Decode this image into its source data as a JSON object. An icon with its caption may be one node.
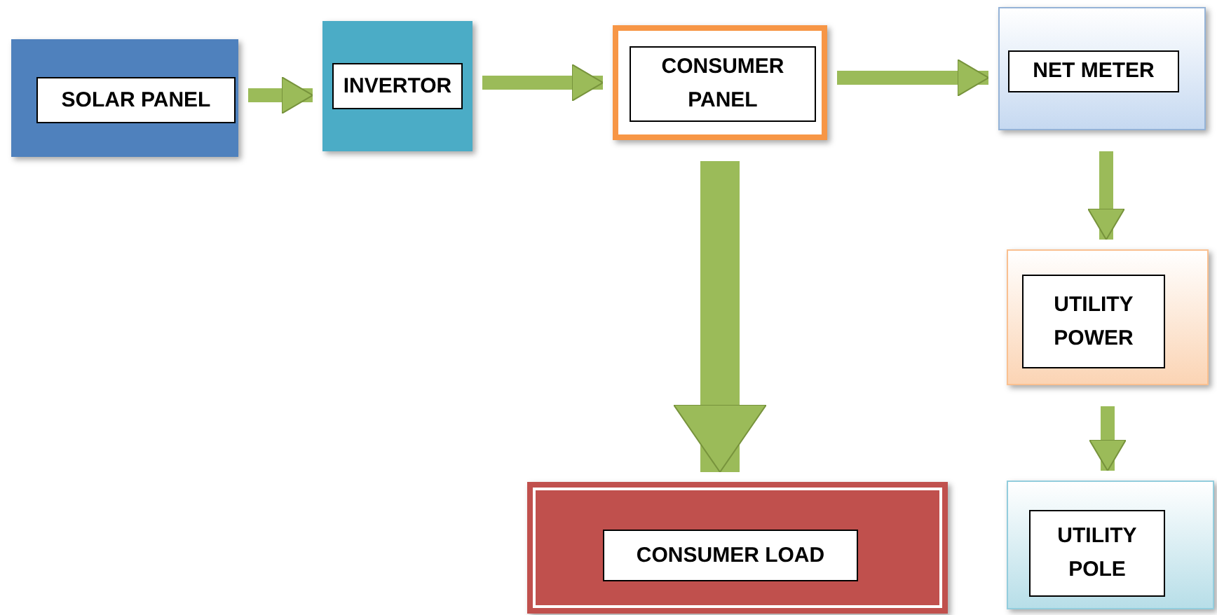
{
  "diagram": {
    "nodes": [
      {
        "text": [
          "SOLAR PANEL"
        ]
      },
      {
        "text": [
          "INVERTOR"
        ]
      },
      {
        "text": [
          "CONSUMER PANEL"
        ]
      },
      {
        "text": [
          "NET METER"
        ]
      },
      {
        "text": [
          "UTILITY POWER"
        ]
      },
      {
        "text": [
          "UTILITY POLE"
        ]
      },
      {
        "text": [
          "CONSUMER LOAD"
        ]
      }
    ],
    "edges": [
      {
        "from": 0,
        "to": 1,
        "arrow": "to"
      },
      {
        "from": 1,
        "to": 2,
        "arrow": "to"
      },
      {
        "from": 2,
        "to": 3,
        "arrow": "to"
      },
      {
        "from": 2,
        "to": 6,
        "arrow": "to",
        "style": "thick"
      },
      {
        "from": 3,
        "to": 4,
        "arrow": "to"
      },
      {
        "from": 4,
        "to": 5,
        "arrow": "to"
      }
    ]
  }
}
